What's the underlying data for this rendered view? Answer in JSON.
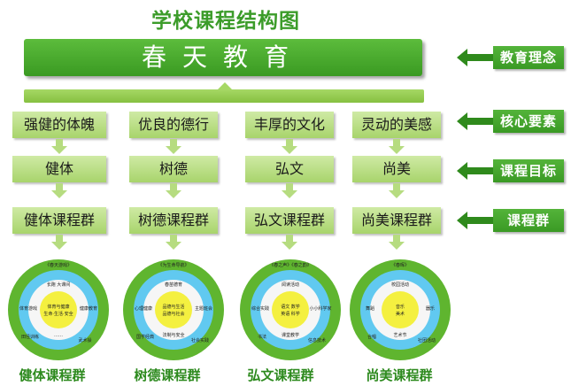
{
  "title": "学校课程结构图",
  "banner": "春天教育",
  "side_labels": [
    "教育理念",
    "核心要素",
    "课程目标",
    "课程群"
  ],
  "columns": [
    {
      "core": "强健的体魄",
      "goal": "健体",
      "group": "健体课程群",
      "caption": "健体课程群",
      "circle": {
        "top": "《春天游戏》",
        "inner_top": "长跑 大课间",
        "center": [
          "体育与健康",
          "生命·生活·安全"
        ],
        "left": "体育游戏",
        "right": "健康教育",
        "bottom_left": "田径训练",
        "bottom_right": "武术操",
        "bottom": "……"
      }
    },
    {
      "core": "优良的德行",
      "goal": "树德",
      "group": "树德课程群",
      "caption": "树德课程群",
      "circle": {
        "top": "《为生命导航》",
        "inner_top": "春苗德育",
        "center": [
          "品德与生活",
          "品德与社会"
        ],
        "left": "心理健康",
        "right": "主题班会",
        "bottom_left": "国学经典",
        "bottom_right": "社会实践",
        "bottom": "法制与安全"
      }
    },
    {
      "core": "丰厚的文化",
      "goal": "弘文",
      "group": "弘文课程群",
      "caption": "弘文课程群",
      "circle": {
        "top": "《春之声》《春之韵》",
        "inner_top": "阅读活动",
        "center": [
          "语文 数学",
          "英语 科学"
        ],
        "left": "综合实践",
        "right": "小小科学家",
        "bottom_left": "书法",
        "bottom_right": "信息技术",
        "bottom": "课堂教学"
      }
    },
    {
      "core": "灵动的美感",
      "goal": "尚美",
      "group": "尚美课程群",
      "caption": "尚美课程群",
      "circle": {
        "top": "《春晖》",
        "inner_top": "校园活动",
        "center": [
          "音乐",
          "美术"
        ],
        "left": "舞蹈",
        "right": "器乐",
        "bottom_left": "合唱",
        "bottom_right": "社团活动",
        "bottom": "艺术节"
      }
    }
  ],
  "colors": {
    "title": "#3c9c2a",
    "banner": "#4aa82e",
    "box": "#bfe28a",
    "side_label": "#46a62e",
    "outer_ring": "#5fb52f",
    "middle_ring": "#61c9f0",
    "inner_ring": "#f6f6f6",
    "center": "#f4f040"
  }
}
